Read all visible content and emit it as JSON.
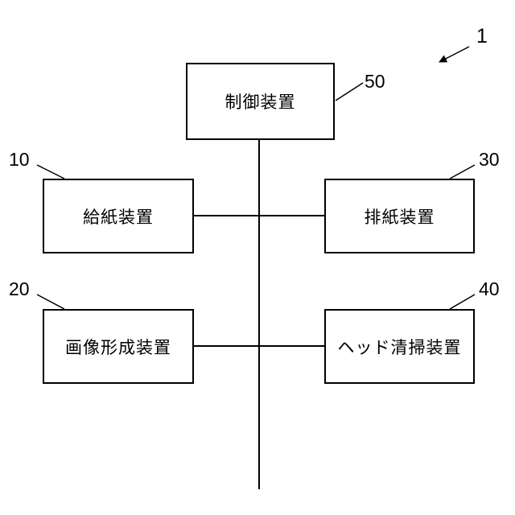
{
  "figure_ref": "1",
  "blocks": {
    "control": {
      "label": "制御装置",
      "ref": "50"
    },
    "feed": {
      "label": "給紙装置",
      "ref": "10"
    },
    "discharge": {
      "label": "排紙装置",
      "ref": "30"
    },
    "image": {
      "label": "画像形成装置",
      "ref": "20"
    },
    "cleaning": {
      "label": "ヘッド清掃装置",
      "ref": "40"
    }
  },
  "connections": [
    [
      "control",
      "feed"
    ],
    [
      "control",
      "discharge"
    ],
    [
      "control",
      "image"
    ],
    [
      "control",
      "cleaning"
    ]
  ]
}
